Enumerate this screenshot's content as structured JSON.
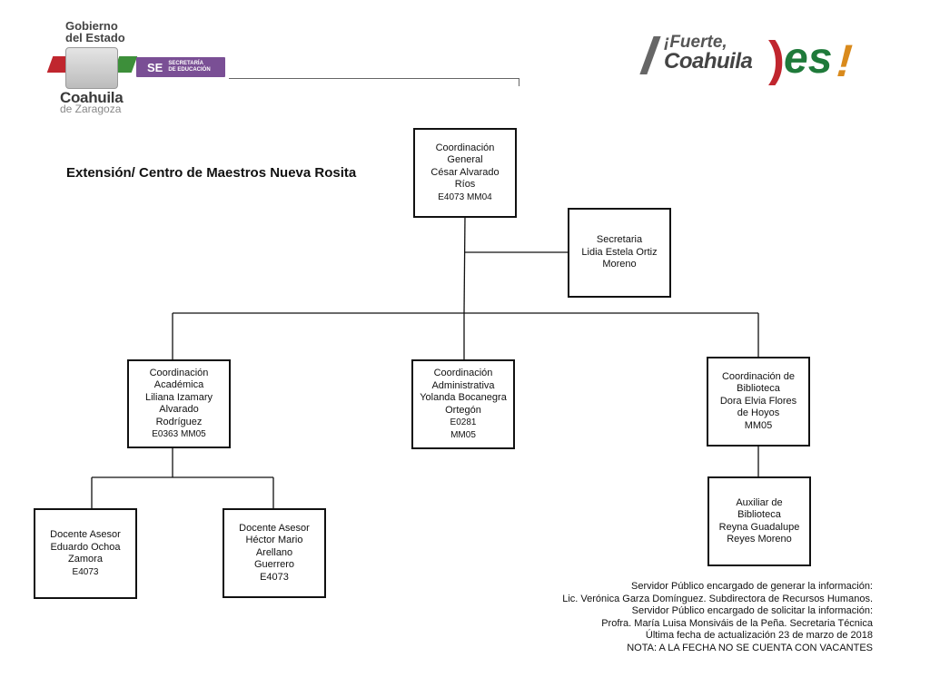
{
  "header": {
    "gobierno_line1": "Gobierno",
    "gobierno_line2": "del Estado",
    "se_label": "SE",
    "se_sub1": "SECRETARÍA",
    "se_sub2": "DE EDUCACIÓN",
    "coahuila": "Coahuila",
    "zaragoza": "de Zaragoza",
    "fuerte": "¡Fuerte,",
    "fuerte_coahuila": "Coahuila",
    "es": "es",
    "excl": "!"
  },
  "title": "Extensión/ Centro de Maestros Nueva Rosita",
  "org": {
    "general": {
      "lines": [
        "Coordinación",
        "General",
        "César Alvarado",
        "Ríos"
      ],
      "code": "E4073   MM04"
    },
    "secretaria": {
      "lines": [
        "Secretaria",
        "Lidia Estela Ortiz",
        "Moreno"
      ]
    },
    "academica": {
      "lines": [
        "Coordinación",
        "Académica",
        "Liliana Izamary",
        "Alvarado",
        "Rodríguez"
      ],
      "code": "E0363  MM05"
    },
    "administrativa": {
      "lines": [
        "Coordinación",
        "Administrativa",
        "Yolanda Bocanegra",
        "Ortegón"
      ],
      "code": "E0281",
      "code2": "MM05"
    },
    "biblioteca": {
      "lines": [
        "Coordinación de",
        "Biblioteca",
        "Dora Elvia Flores",
        "de Hoyos",
        "MM05"
      ]
    },
    "docente1": {
      "lines": [
        "Docente Asesor",
        "Eduardo Ochoa",
        "Zamora"
      ],
      "code": "E4073"
    },
    "docente2": {
      "lines": [
        "Docente Asesor",
        "Héctor Mario",
        "Arellano",
        "Guerrero",
        "E4073"
      ]
    },
    "auxiliar": {
      "lines": [
        "Auxiliar de",
        "Biblioteca",
        "Reyna Guadalupe",
        "Reyes Moreno"
      ]
    }
  },
  "footer": [
    "Servidor Público encargado de generar la información:",
    "Lic. Verónica Garza Domínguez. Subdirectora de Recursos Humanos.",
    "Servidor Público encargado de solicitar la información:",
    "Profra. María Luisa Monsiváis de la Peña. Secretaria Técnica",
    "Última fecha de actualización 23 de marzo de 2018",
    "NOTA: A LA FECHA NO SE CUENTA CON VACANTES"
  ],
  "colors": {
    "line": "#111111",
    "se_purple": "#7a4f95",
    "red": "#c0262e",
    "green": "#3d8f3a",
    "orange": "#d98a1c"
  }
}
